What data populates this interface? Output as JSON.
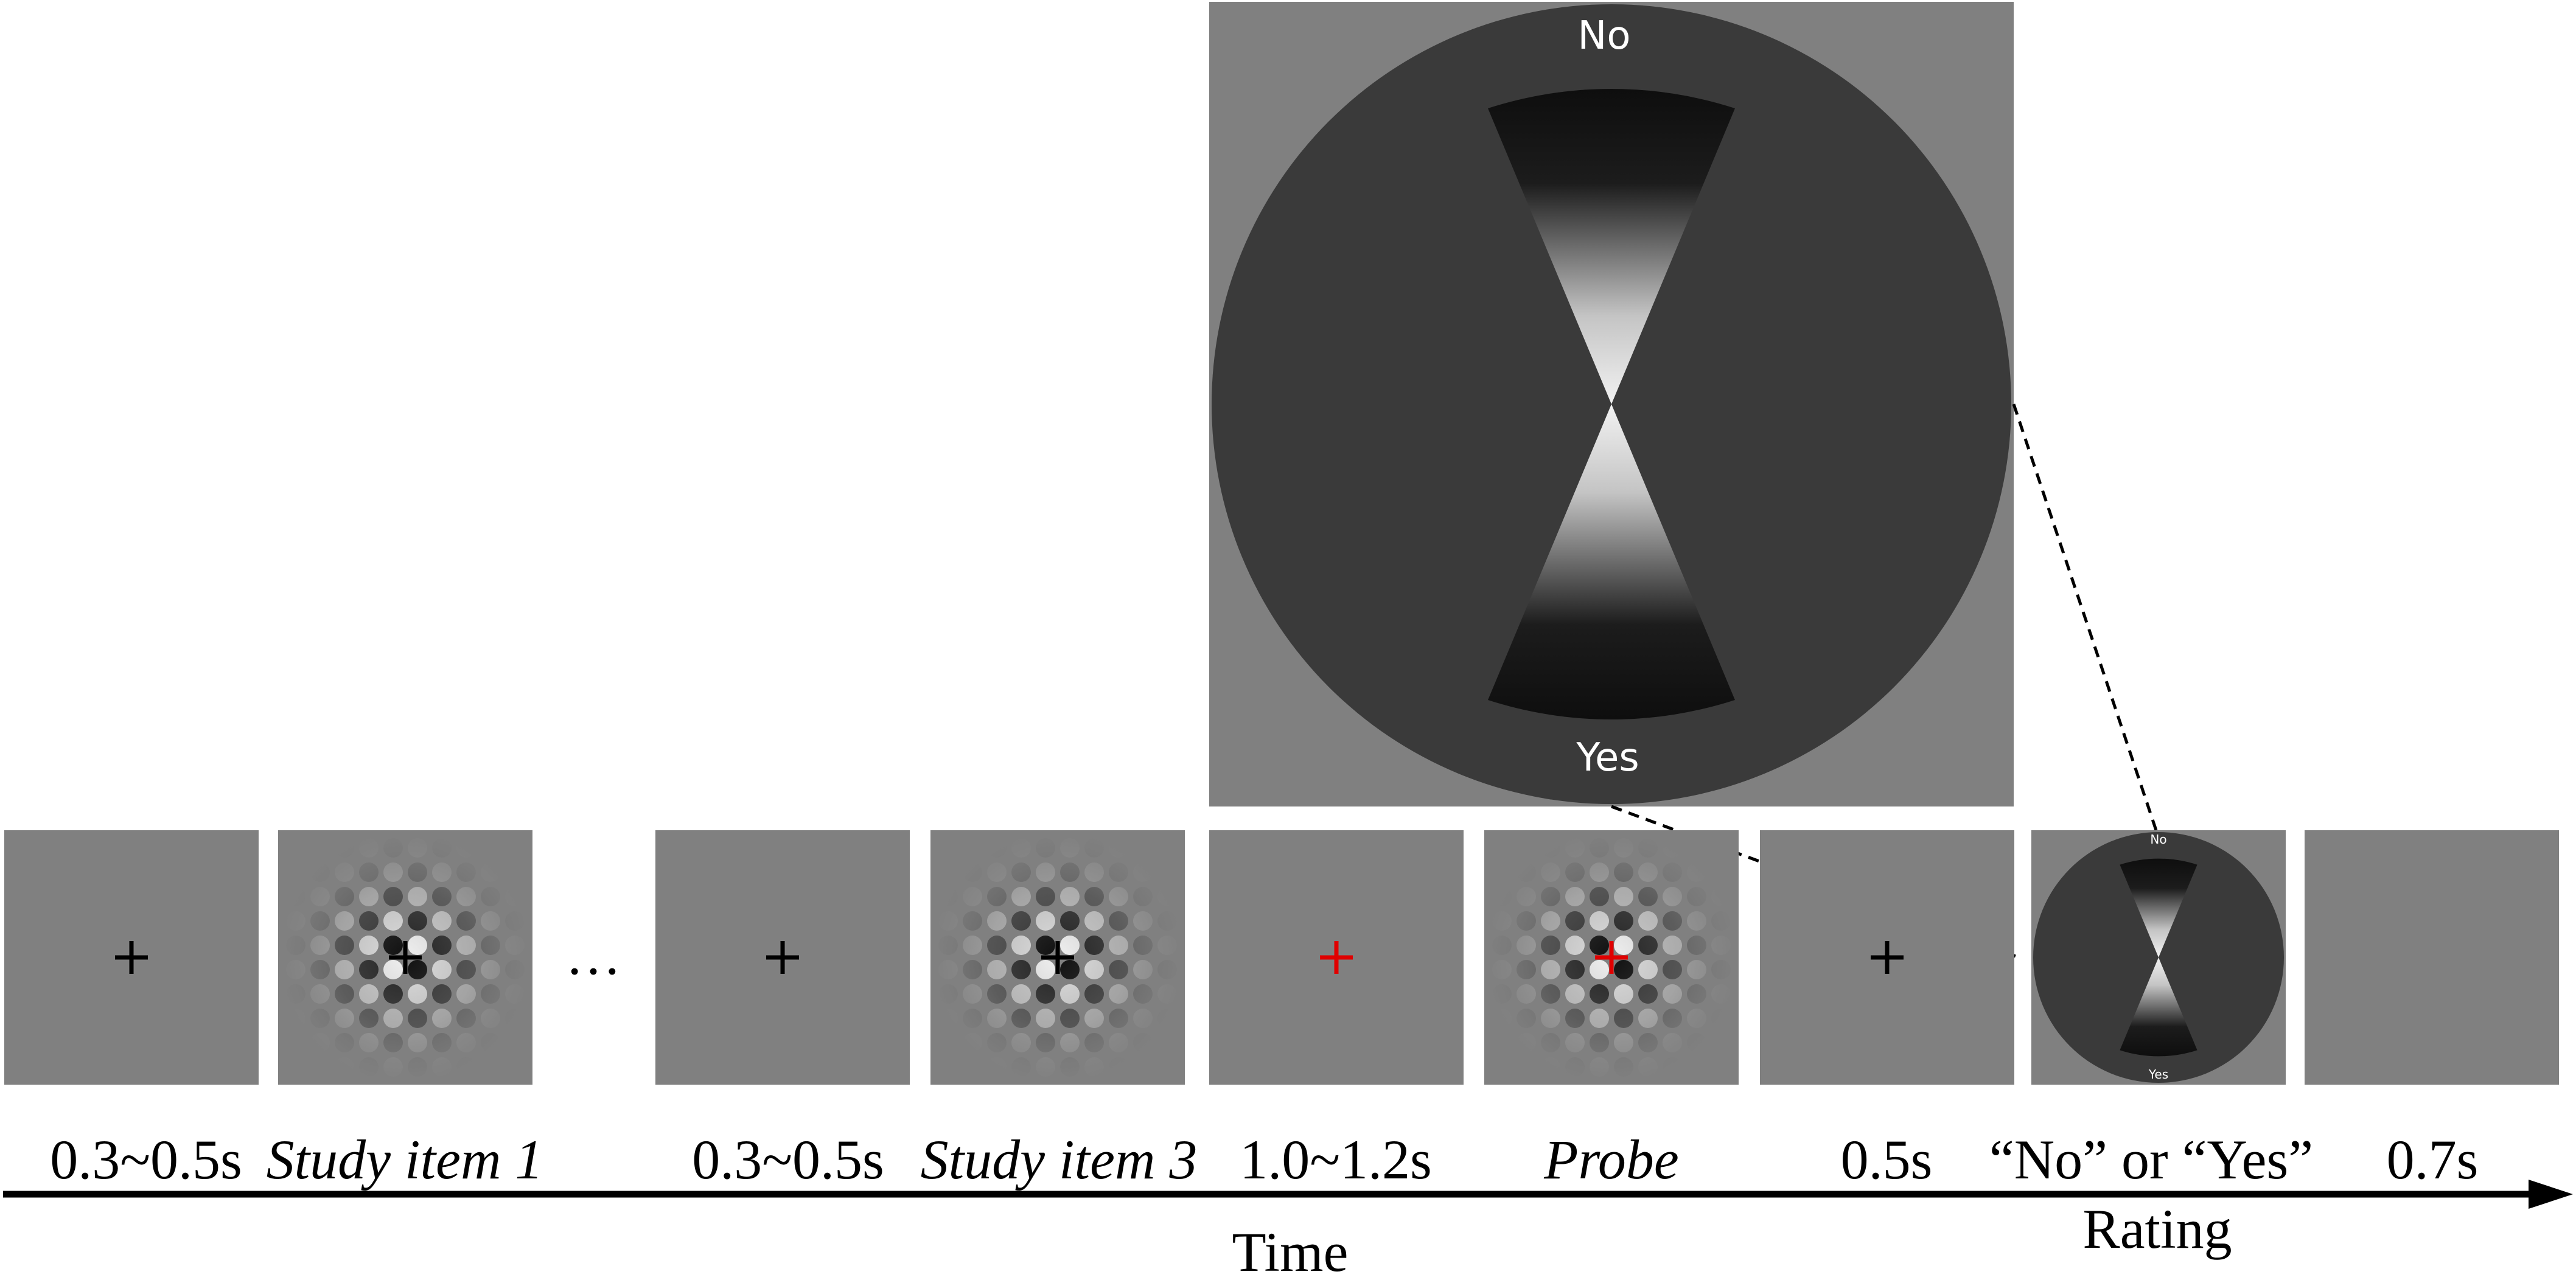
{
  "frames": [
    {
      "id": "fix1",
      "content": "fixation",
      "cross_color": "#000000"
    },
    {
      "id": "study1",
      "content": "grating",
      "cross_color": "#000000"
    },
    {
      "id": "fix2",
      "content": "fixation",
      "cross_color": "#000000"
    },
    {
      "id": "study3",
      "content": "grating",
      "cross_color": "#000000"
    },
    {
      "id": "cue",
      "content": "fixation",
      "cross_color": "#e00000"
    },
    {
      "id": "probe",
      "content": "grating",
      "cross_color": "#e00000"
    },
    {
      "id": "fix3",
      "content": "fixation",
      "cross_color": "#000000"
    },
    {
      "id": "rating",
      "content": "dial"
    },
    {
      "id": "blank",
      "content": "blank"
    }
  ],
  "ellipsis": "…",
  "labels": {
    "fix1": "0.3~0.5s",
    "study1": "Study item 1",
    "fix2": "0.3~0.5s",
    "study3": "Study item 3",
    "cue": "1.0~1.2s",
    "probe": "Probe",
    "fix3": "0.5s",
    "rating": "“No” or “Yes”",
    "blank": "0.7s"
  },
  "axis": {
    "time_label": "Time",
    "rating_label": "Rating"
  },
  "dial": {
    "top_label": "No",
    "bottom_label": "Yes"
  },
  "colors": {
    "frame_gray": "#808080",
    "dial_disc": "#3a3a3a",
    "fixation": "#000000",
    "fixation_cue": "#e00000",
    "dial_text": "#ffffff"
  }
}
